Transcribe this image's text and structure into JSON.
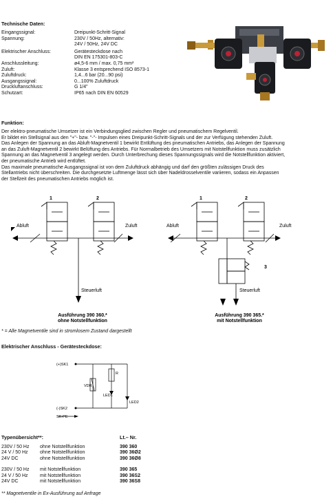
{
  "title": "Technische Daten:",
  "specs": [
    {
      "k": "Eingangssignal:",
      "v": "Dreipunkt-Schritt-Signal"
    },
    {
      "k": "Spannung:",
      "v": "230V / 50Hz, alternativ:"
    },
    {
      "k": "",
      "v": "24V / 50Hz, 24V DC"
    },
    {
      "k": "Elektrischer Anschluss:",
      "v": "Gerätesteckdose nach"
    },
    {
      "k": "",
      "v": "DIN EN 175301-803-C"
    },
    {
      "k": "Anschlussleitung:",
      "v": "ø4,5-6 mm / max. 0,75 mm²"
    },
    {
      "k": "Zuluft:",
      "v": "Klasse 3 entsprechend ISO 8573-1"
    },
    {
      "k": "Zuluftdruck:",
      "v": "1,4...6 bar (20...90 psi)"
    },
    {
      "k": "Ausgangssignal:",
      "v": "0...100% Zuluftdruck"
    },
    {
      "k": "Druckluftanschluss:",
      "v": "G 1/4\""
    },
    {
      "k": "Schutzart:",
      "v": "IP65 nach DIN EN 60529"
    }
  ],
  "funktion_title": "Funktion:",
  "funktion_lines": [
    "Der elektro-pneumatische Umsetzer ist ein Verbindungsglied zwischen Regler und pneumatischem Regelventil.",
    "Er bildet ein Stellsignal aus den \"+\"- bzw. \"-\"- Impulsen eines Dreipunkt-Schritt-Signals und der zur Verfügung stehenden Zuluft.",
    "Das Anlegen der Spannung an das Abluft-Magnetventil 1 bewirkt Entlüftung des pneumatischen Antriebs, das Anlegen der Spannung",
    "an das Zuluft-Magnetventil 2 bewirkt Belüftung des Antriebs. Für Normalbetrieb des Umsetzers mit Notstellfunktion muss zusätzlich",
    "Spannung an das Magnetventil 3 angelegt werden. Durch Unterbrechung dieses Spannungssignals wird die Notstellfunktion aktiviert,",
    "der pneumatische Antrieb wird entlüftet.",
    "Das maximale pneumatische Ausgangssignal ist von dem Zuluftdruck abhängig und darf den größten zulässigen Druck des",
    "Stellantriebs nicht überschreiten. Die durchgesetzte Luftmenge lässt sich über Nadeldrosselventile variieren, sodass ein Anpassen",
    "der Stellzeit des pneumatischen Antriebs möglich ist."
  ],
  "diagram_left": {
    "num1": "1",
    "num2": "2",
    "abluft": "Abluft",
    "zuluft": "Zuluft",
    "steuerluft": "Steuerluft",
    "cap1": "Ausführung 390 360.*",
    "cap2": "ohne Notstellfunktion"
  },
  "diagram_right": {
    "num1": "1",
    "num2": "2",
    "num3": "3",
    "abluft": "Abluft",
    "zuluft": "Zuluft",
    "steuerluft": "Steuerluft",
    "cap1": "Ausführung 390 365.*",
    "cap2": "mit Notstellfunktion"
  },
  "footnote1": "* = Alle Magnetventile sind in stromlosem Zustand dargestellt",
  "elec_title": "Elektrischer Anschluss - Gerätesteckdose:",
  "circuit": {
    "sk1": "(+)SK1",
    "sk2": "(-)SK2",
    "skpe": "SK-PE",
    "vdr": "VDR",
    "r": "R",
    "led1": "LED1",
    "led2": "LED2"
  },
  "types_title": "Typenübersicht**:",
  "types_col3": "Lt.– Nr.",
  "types": [
    {
      "v": "230V / 50 Hz",
      "f": "ohne Notstellfunktion",
      "n": "390 360"
    },
    {
      "v": "24 V / 50 Hz",
      "f": "ohne Notstellfunktion",
      "n": "390 36Ø2"
    },
    {
      "v": "24V DC",
      "f": "ohne Notstellfunktion",
      "n": "390 36Ø8"
    },
    {
      "v": "230V / 50 Hz",
      "f": "mit Notstellfunktion",
      "n": "390 365"
    },
    {
      "v": "24 V / 50 Hz",
      "f": "mit Notstellfunktion",
      "n": "390 36S2"
    },
    {
      "v": "24V DC",
      "f": "mit Notstellfunktion",
      "n": "390 36S8"
    }
  ],
  "footnote2": "** Magnetventile in Ex-Ausführung auf Anfrage"
}
